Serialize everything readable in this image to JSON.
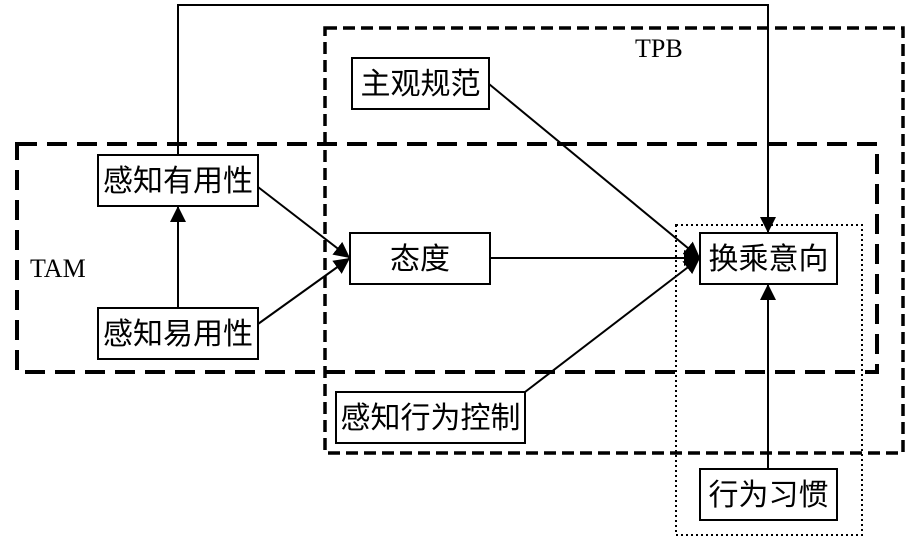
{
  "diagram": {
    "groups": {
      "tam": {
        "label": "TAM"
      },
      "tpb": {
        "label": "TPB"
      },
      "habit": {
        "label": ""
      }
    },
    "nodes": {
      "perceived_usefulness": {
        "label": "感知有用性"
      },
      "perceived_ease_of_use": {
        "label": "感知易用性"
      },
      "attitude": {
        "label": "态度"
      },
      "subjective_norm": {
        "label": "主观规范"
      },
      "perceived_behavioral_control": {
        "label": "感知行为控制"
      },
      "transfer_intention": {
        "label": "换乘意向"
      },
      "behavioral_habit": {
        "label": "行为习惯"
      }
    },
    "edges": [
      {
        "from": "perceived_ease_of_use",
        "to": "perceived_usefulness"
      },
      {
        "from": "perceived_usefulness",
        "to": "attitude"
      },
      {
        "from": "perceived_ease_of_use",
        "to": "attitude"
      },
      {
        "from": "attitude",
        "to": "transfer_intention"
      },
      {
        "from": "subjective_norm",
        "to": "transfer_intention"
      },
      {
        "from": "perceived_behavioral_control",
        "to": "transfer_intention"
      },
      {
        "from": "perceived_usefulness",
        "to": "transfer_intention"
      },
      {
        "from": "behavioral_habit",
        "to": "transfer_intention"
      }
    ]
  }
}
